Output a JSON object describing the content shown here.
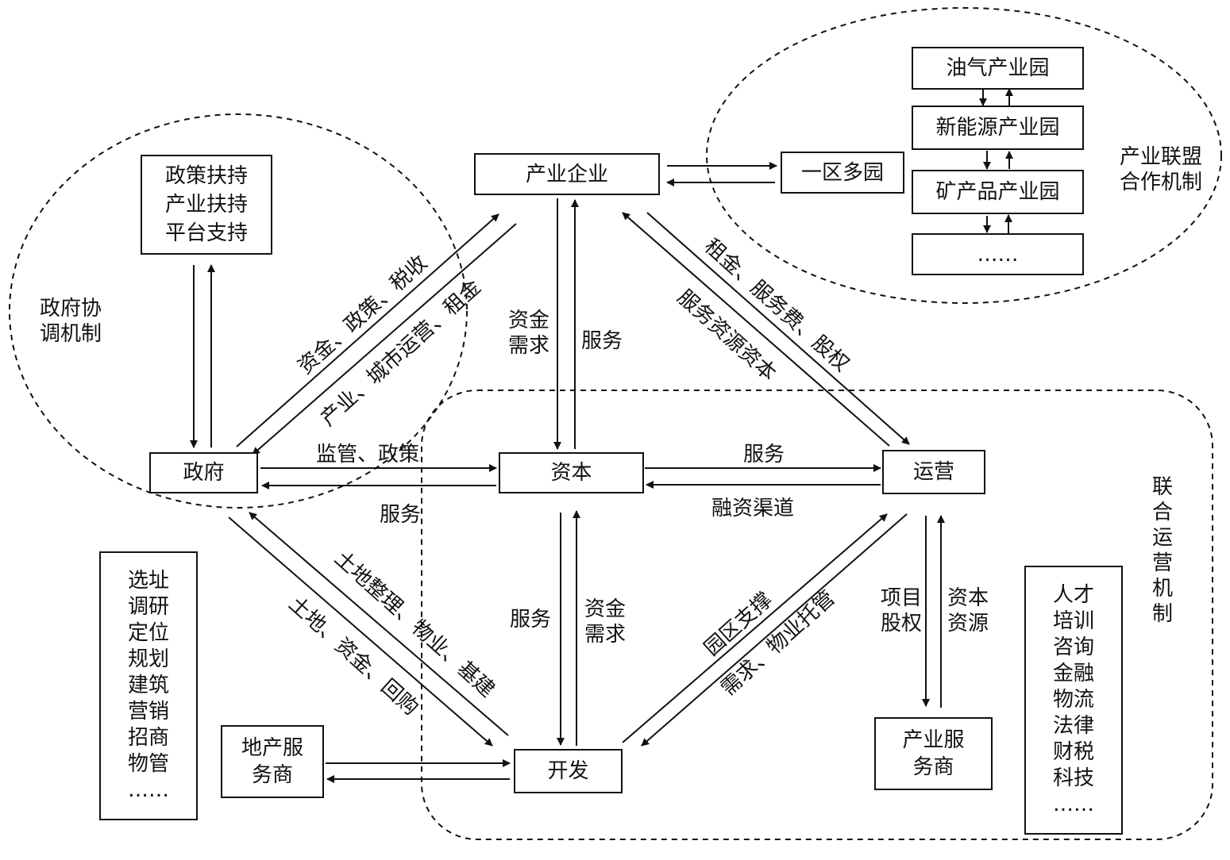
{
  "nodes": {
    "industry_enterprise": "产业企业",
    "one_zone_multi_park": "一区多园",
    "government": "政府",
    "capital": "资本",
    "operation": "运营",
    "development": "开发",
    "real_estate_service": "地产服\n务商",
    "industry_service": "产业服\n务商",
    "policy_support": "政策扶持\n产业扶持\n平台支持",
    "park_oil_gas": "油气产业园",
    "park_new_energy": "新能源产业园",
    "park_mineral": "矿产品产业园",
    "park_more": "……"
  },
  "mechanisms": {
    "government": "政府协\n调机制",
    "alliance": "产业联盟\n合作机制",
    "joint_operation": "联\n合\n运\n营\n机\n制"
  },
  "lists": {
    "dev_services": "选址\n调研\n定位\n规划\n建筑\n营销\n招商\n物管\n……",
    "ind_services": "人才\n培训\n咨询\n金融\n物流\n法律\n财税\n科技\n……"
  },
  "edges": {
    "gov_to_ent": "资金、政策、税收",
    "ent_to_gov": "产业、城市运营、租金",
    "ent_cap_demand": "资金\n需求",
    "cap_ent_service": "服务",
    "ent_ops_fees": "租金、服务费、股权",
    "ops_ent_resource": "服务资源资本",
    "gov_cap": "监管、政策",
    "cap_gov": "服务",
    "cap_ops": "服务",
    "ops_cap": "融资渠道",
    "dev_gov_land": "土地整理、物业、基建",
    "gov_dev_land": "土地、资金、回购",
    "cap_dev_service": "服务",
    "dev_cap_demand": "资金\n需求",
    "dev_ops_park": "园区支撑",
    "ops_dev_demand": "需求、物业托管",
    "ops_svc_equity": "项目\n股权",
    "svc_ops_resource": "资本\n资源"
  }
}
